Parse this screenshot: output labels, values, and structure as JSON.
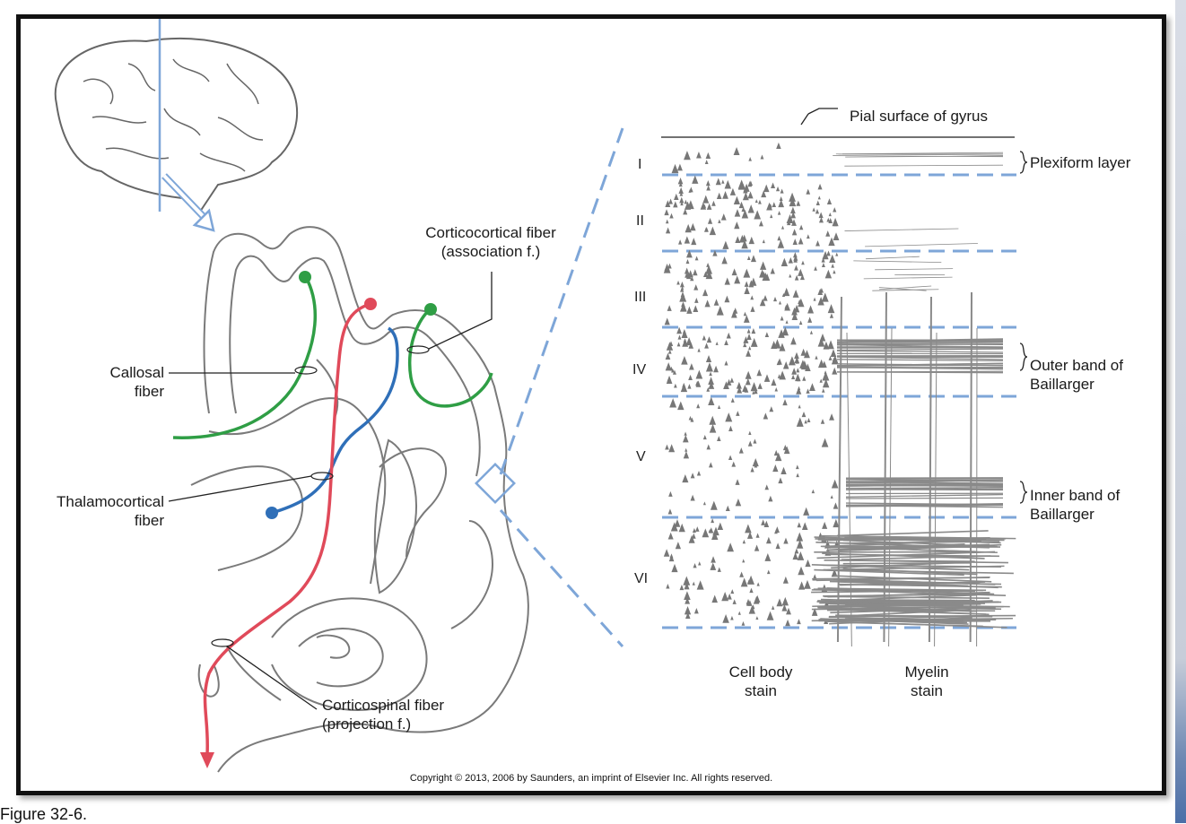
{
  "figure": {
    "labels": {
      "pial_surface": "Pial surface of gyrus",
      "corticocortical": "Corticocortical fiber\n(association f.)",
      "callosal": "Callosal\nfiber",
      "thalamocortical": "Thalamocortical\nfiber",
      "corticospinal": "Corticospinal fiber\n(projection f.)",
      "plexiform": "Plexiform layer",
      "outer_band": "Outer band of\nBaillarger",
      "inner_band": "Inner band of\nBaillarger",
      "cell_body_stain": "Cell body\nstain",
      "myelin_stain": "Myelin\nstain"
    },
    "layers": [
      "I",
      "II",
      "III",
      "IV",
      "V",
      "VI"
    ],
    "copyright": "Copyright © 2013, 2006 by Saunders, an imprint of Elsevier Inc. All rights reserved."
  },
  "caption": "Figure 32-6.",
  "colors": {
    "green_fiber": "#2f9e45",
    "red_fiber": "#e04a5a",
    "blue_fiber": "#2f6fb8",
    "dashed_blue": "#7ea6d8",
    "outline": "#7a7a7a"
  }
}
